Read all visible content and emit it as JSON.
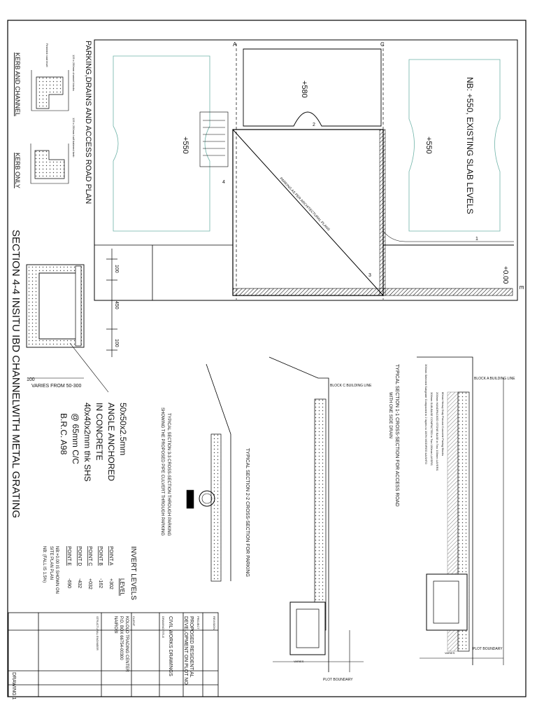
{
  "plan": {
    "title": "PARKING,DRAINS AND ACCESS ROAD PLAN",
    "note": "NB: +550, EXISTING SLAB LEVELS",
    "levels": {
      "left": "+550",
      "center": "+580",
      "right": "+550",
      "road": "+0.00"
    },
    "diagonal_note": "PARKING AS PER ARCHITECTURAL PLANS",
    "grid": {
      "a": "A",
      "c": "C",
      "e": "E"
    },
    "section_marks": {
      "one": "1",
      "two": "2",
      "three": "3",
      "four": "4"
    }
  },
  "kerb": {
    "channel_title": "KERB AND CHANNEL",
    "only_title": "KERB ONLY",
    "note_top": "125 x 250mm channel blocks",
    "note_mid": "125 x 250mm half battered kerb",
    "note_finished": "Finished road level"
  },
  "section44": {
    "title": "SECTION 4-4 INSITU IBD CHANNELWITH METAL GRATING",
    "dim_left": "100",
    "dim_mid": "450",
    "dim_right": "100",
    "dim_bottom": "100",
    "dim_varies": "VARIES FROM 50-300",
    "angle_lines": [
      "50x50x2.5mm",
      "ANGLE ANCHORED",
      "IN CONCRETE",
      "40x40x2mm thk SHS",
      "@ 65mm C/C",
      "B.R.C. A98"
    ]
  },
  "sections": {
    "s1_title": "TYPICAL SECTION 1-1 CROSS-SECTION FOR ACCESS ROAD",
    "s1_sub": "WITH ONE SIDE DRAIN",
    "s2_title": "TYPICAL SECTION 2-2 CROSS-SECTION FOR PARKING",
    "s3_title": "TYPICAL SECTION 3-3 CROSS-SECTION THROUGH PARKING",
    "s3_sub": "SHOWING THE PROPOSED PIPE CULVERT THROUGH PARKING",
    "block_a": "BLOCK A BUILDING LINE",
    "block_c": "BLOCK C BUILDING LINE",
    "plot_boundary": "PLOT BOUNDARY",
    "varies": "VARIES",
    "layer_paving": "80mm Heavy Duty Precast Concrete Paving Blocks",
    "layer_base": "200mm HANDPACKED STONE BASE in Two 100mm LAYERS",
    "layer_subbase": "300mm SUB-BASE COMPACTED in Two 150mm LAYERS",
    "layer_subgrade": "300mm Selected Subgrade Compacted in 2 layers to 100% MODIFIED AASHTO"
  },
  "invert": {
    "title": "INVERT LEVELS",
    "level_header": "LEVEL",
    "points": [
      {
        "name": "POINT A",
        "value": "+302"
      },
      {
        "name": "POINT B",
        "value": "-162"
      },
      {
        "name": "POINT C",
        "value": "+032"
      },
      {
        "name": "POINT D",
        "value": "-432"
      },
      {
        "name": "POINT E",
        "value": "-690"
      }
    ],
    "note1": "NB:+0.00 IS SHOWN ON",
    "note2": "SITE PLAN PLAN",
    "note3": "NB: (FALL IS 1.5%)"
  },
  "title_block": {
    "drawing_title": "CIVIL WORKS DRAWINGS",
    "project_line1": "PROPOSED RESIDENTIAL",
    "project_line2": "DEVELOPMENT ON PLOT NO",
    "client_line1": "KOLOLO TRADING CENTER",
    "client_line2": "P.O. BOX 66754-00300",
    "client_line3": "NAIROBI",
    "drawing_no": "DRAWING 1",
    "labels": {
      "revision": "REVISION",
      "project": "PROJECT",
      "drawing": "DRAWING TITLE",
      "client": "CLIENT",
      "engineer": "STRUCTURAL ENGINEER"
    }
  }
}
